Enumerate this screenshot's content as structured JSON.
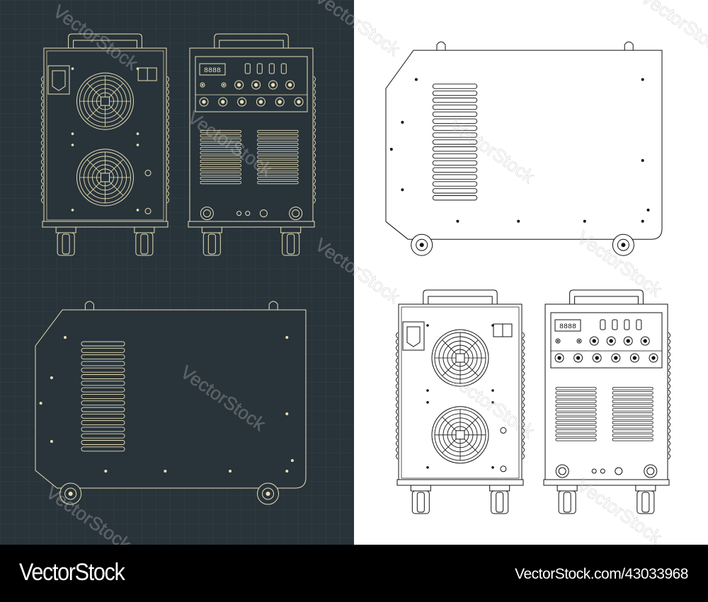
{
  "watermark": "VectorStock",
  "colors": {
    "dark_panel_bg": "#28333a",
    "dark_grid": "#34414a",
    "dark_line": "#eadfb4",
    "light_panel_bg": "#ffffff",
    "light_line": "#111111",
    "footer_bg": "#000000"
  },
  "display_readout": "8888",
  "views": [
    {
      "panel": "dark",
      "view": "back"
    },
    {
      "panel": "dark",
      "view": "front"
    },
    {
      "panel": "dark",
      "view": "side"
    },
    {
      "panel": "light",
      "view": "side"
    },
    {
      "panel": "light",
      "view": "back"
    },
    {
      "panel": "light",
      "view": "front"
    }
  ],
  "footer": {
    "brand": "VectorStock",
    "image_ref": "VectorStock.com/43033968"
  }
}
